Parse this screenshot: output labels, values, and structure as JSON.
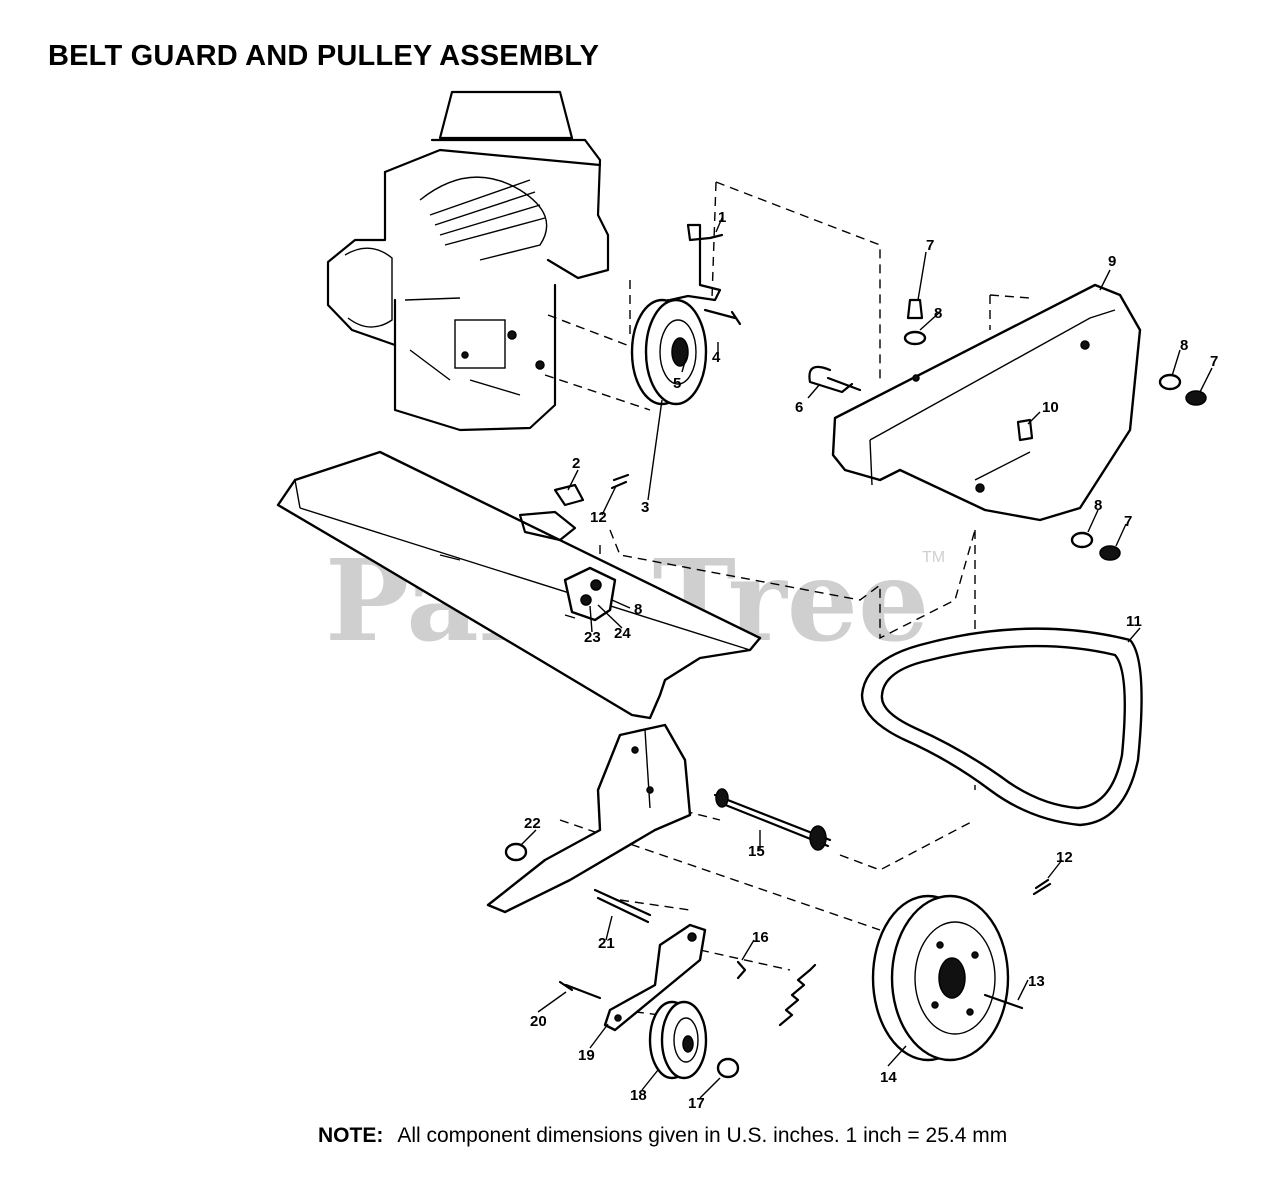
{
  "title": "BELT GUARD AND PULLEY ASSEMBLY",
  "note": {
    "label": "NOTE:",
    "text": "All component dimensions given in U.S. inches.  1 inch = 25.4 mm"
  },
  "watermark": {
    "text": "PartsTree",
    "tm": "TM"
  },
  "callouts": [
    "1",
    "2",
    "3",
    "4",
    "5",
    "6",
    "7",
    "8",
    "9",
    "10",
    "11",
    "12",
    "13",
    "14",
    "15",
    "16",
    "17",
    "18",
    "19",
    "20",
    "21",
    "22",
    "23",
    "24"
  ],
  "extra_callouts": {
    "c7b": "7",
    "c7c": "7",
    "c8b": "8",
    "c8c": "8",
    "c8d": "8",
    "c12b": "12"
  }
}
